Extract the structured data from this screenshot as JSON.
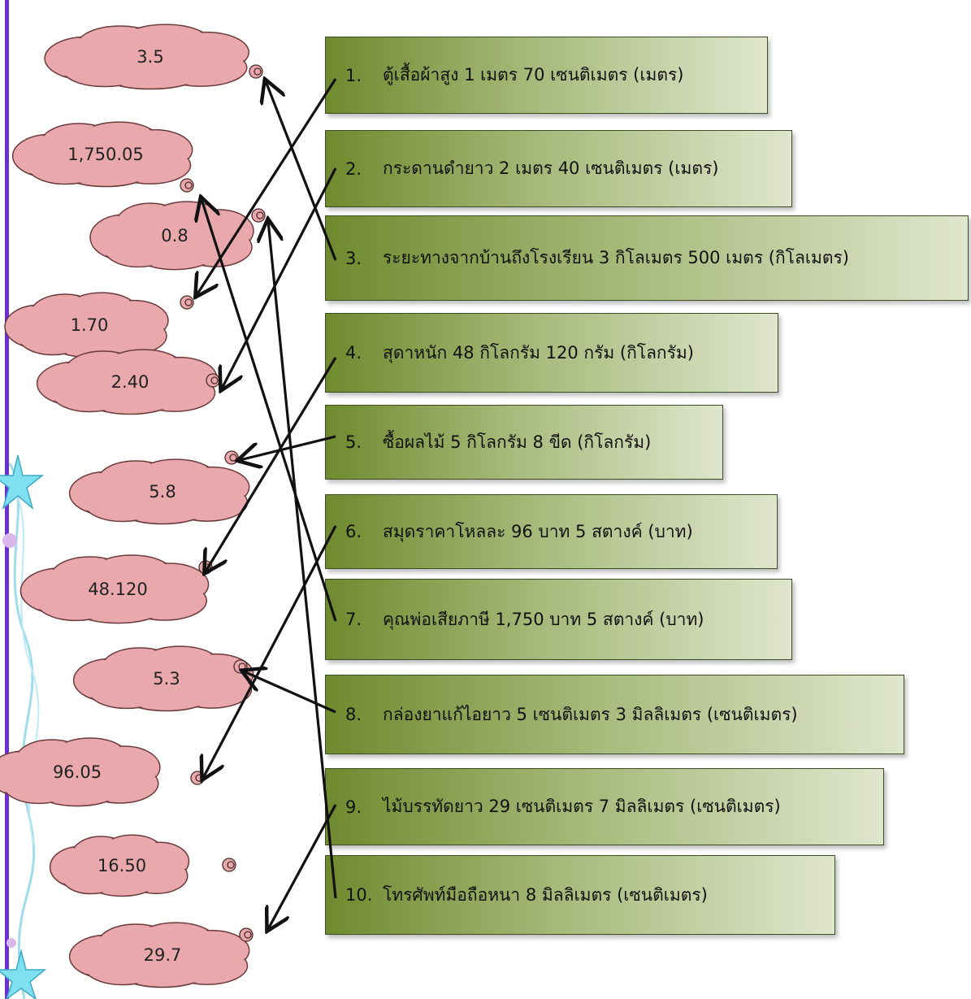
{
  "clouds": [
    "3.5",
    "1,750.05",
    "0.8",
    "1.70",
    "2.40",
    "5.8",
    "48.120",
    "5.3",
    "96.05",
    "16.50",
    "29.7"
  ],
  "items": [
    {
      "num": "1.",
      "text": "ตู้เสื้อผ้าสูง 1 เมตร 70 เซนติเมตร (เมตร)"
    },
    {
      "num": "2.",
      "text": "กระดานดำยาว 2 เมตร 40 เซนติเมตร (เมตร)"
    },
    {
      "num": "3.",
      "text": "ระยะทางจากบ้านถึงโรงเรียน 3 กิโลเมตร 500 เมตร (กิโลเมตร)"
    },
    {
      "num": "4.",
      "text": "สุดาหนัก 48 กิโลกรัม 120 กรัม (กิโลกรัม)"
    },
    {
      "num": "5.",
      "text": "ซื้อผลไม้ 5 กิโลกรัม 8 ขีด (กิโลกรัม)"
    },
    {
      "num": "6.",
      "text": "สมุดราคาโหลละ 96 บาท  5 สตางค์ (บาท)"
    },
    {
      "num": "7.",
      "text": "คุณพ่อเสียภาษี 1,750 บาท 5 สตางค์ (บาท)"
    },
    {
      "num": "8.",
      "text": "กล่องยาแก้ไอยาว 5 เซนติเมตร 3 มิลลิเมตร (เซนติเมตร)"
    },
    {
      "num": "9.",
      "text": "ไม้บรรทัดยาว 29 เซนติเมตร 7 มิลลิเมตร (เซนติเมตร)"
    },
    {
      "num": "10.",
      "text": "โทรศัพท์มือถือหนา 8 มิลลิเมตร (เซนติเมตร)"
    }
  ],
  "colors": {
    "cloud_fill": "#e9a9ac",
    "box_dark": "#6f8a2e",
    "box_light": "#dfe6cd",
    "border": "#6b2fd6"
  }
}
